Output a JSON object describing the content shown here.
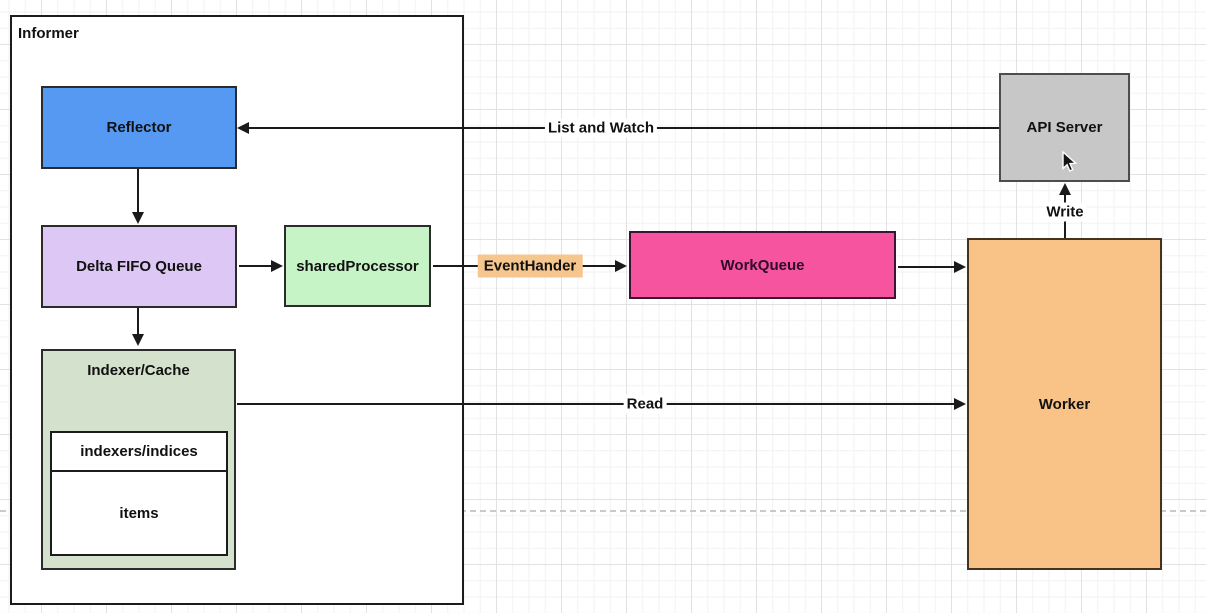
{
  "nodes": {
    "informer": {
      "label": "Informer",
      "fill": "#ffffff"
    },
    "reflector": {
      "label": "Reflector",
      "fill": "#5599f3"
    },
    "delta_fifo": {
      "label": "Delta FIFO Queue",
      "fill": "#ddc7f5"
    },
    "shared_processor": {
      "label": "sharedProcessor",
      "fill": "#c6f4c7"
    },
    "indexer_cache": {
      "label": "Indexer/Cache",
      "fill": "#d4e1cd"
    },
    "indexers_indices": {
      "label": "indexers/indices",
      "fill": "#ffffff"
    },
    "items": {
      "label": "items",
      "fill": "#ffffff"
    },
    "api_server": {
      "label": "API Server",
      "fill": "#c7c7c7"
    },
    "work_queue": {
      "label": "WorkQueue",
      "fill": "#f6549e"
    },
    "worker": {
      "label": "Worker",
      "fill": "#f9c286"
    }
  },
  "edges": {
    "list_and_watch": {
      "label": "List and Watch"
    },
    "event_hander": {
      "label": "EventHander",
      "fill": "#f6c68f"
    },
    "read": {
      "label": "Read"
    },
    "write": {
      "label": "Write"
    }
  }
}
